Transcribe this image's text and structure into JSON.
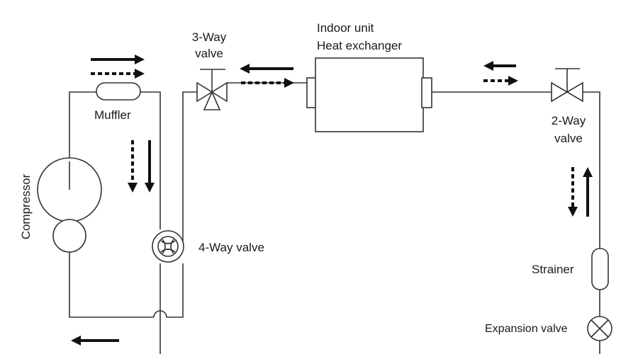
{
  "labels": {
    "three_way_line1": "3-Way",
    "three_way_line2": "valve",
    "indoor_line1": "Indoor unit",
    "indoor_line2": "Heat exchanger",
    "muffler": "Muffler",
    "two_way_line1": "2-Way",
    "two_way_line2": "valve",
    "compressor": "Compressor",
    "four_way": "4-Way valve",
    "strainer": "Strainer",
    "expansion": "Expansion valve"
  },
  "colors": {
    "line": "#333333",
    "arrow": "#111111",
    "background": "#ffffff"
  }
}
